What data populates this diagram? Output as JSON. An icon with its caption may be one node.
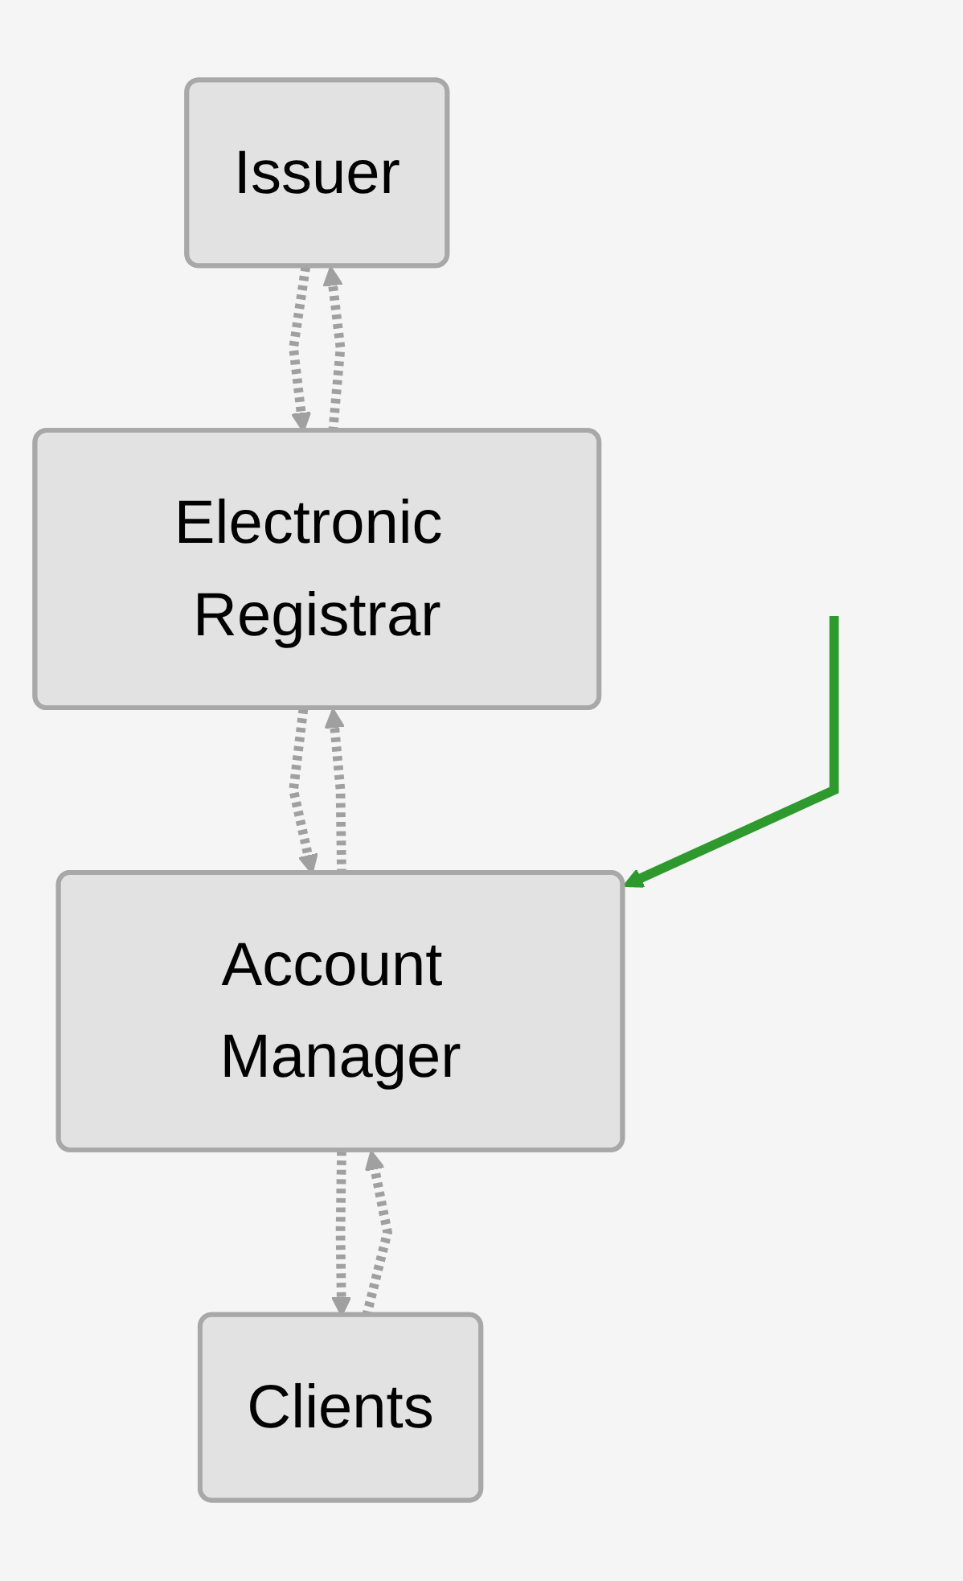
{
  "diagram": {
    "nodes": [
      {
        "text": [
          "Issuer"
        ]
      },
      {
        "text": [
          "Electronic Registrar"
        ]
      },
      {
        "text": [
          "Account Manager"
        ]
      },
      {
        "text": [
          "Clients"
        ]
      }
    ],
    "edges": [
      {
        "from": 0,
        "to": 1,
        "arrow": "to",
        "style": "dashed"
      },
      {
        "from": 1,
        "to": 0,
        "arrow": "to",
        "style": "dashed"
      },
      {
        "from": 1,
        "to": 2,
        "arrow": "to",
        "style": "dashed"
      },
      {
        "from": 2,
        "to": 1,
        "arrow": "to",
        "style": "dashed"
      },
      {
        "from": 2,
        "to": 3,
        "arrow": "to",
        "style": "dashed"
      },
      {
        "from": 3,
        "to": 2,
        "arrow": "to",
        "style": "dashed"
      },
      {
        "from": null,
        "to": 2,
        "arrow": "to",
        "color": "#2e9a2e"
      }
    ]
  }
}
